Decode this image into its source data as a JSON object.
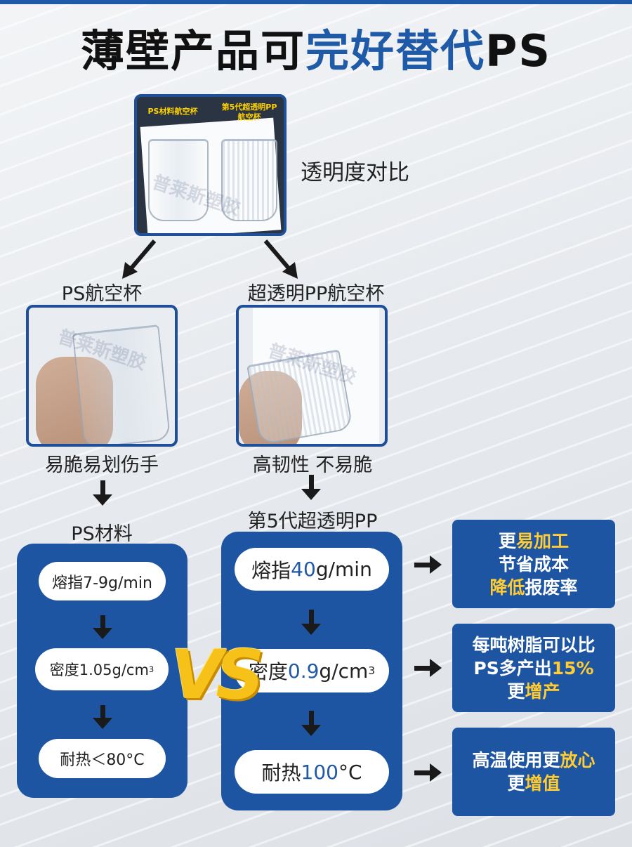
{
  "title": {
    "part1": "薄壁产品可",
    "part2": "完好替代",
    "part3": "PS"
  },
  "top_photo": {
    "tag_left": "PS材料航空杯",
    "tag_right_line1": "第5代超透明PP",
    "tag_right_line2": "航空杯"
  },
  "compare_label": "透明度对比",
  "left": {
    "heading": "PS航空杯",
    "caption": "易脆易划伤手",
    "material": "PS材料",
    "melt": "熔指7-9g/min",
    "density_prefix": "密度1.05g/cm",
    "density_sup": "3",
    "heat": "耐热＜80°C"
  },
  "right": {
    "heading": "超透明PP航空杯",
    "caption": "高韧性 不易脆",
    "material": "第5代超透明PP",
    "melt_prefix": "熔指",
    "melt_value": "40",
    "melt_unit": "g/min",
    "density_prefix": "密度",
    "density_value": "0.9",
    "density_unit": "g/cm",
    "density_sup": "3",
    "heat_prefix": "耐热",
    "heat_value": "100",
    "heat_unit": "°C"
  },
  "vs": "VS",
  "benefits": {
    "b1": {
      "l1a": "更",
      "l1b": "易加工",
      "l2": "节省成本",
      "l3a": "降低",
      "l3b": "报废率"
    },
    "b2": {
      "l1": "每吨树脂可以比",
      "l2a": "PS多产出",
      "l2b": "15%",
      "l3a": "更",
      "l3b": "增产"
    },
    "b3": {
      "l1a": "高温使用更",
      "l1b": "放心",
      "l2a": "更",
      "l2b": "增值"
    }
  },
  "watermark": "普莱斯塑胶",
  "colors": {
    "brand_blue": "#1e55a2",
    "highlight_yellow": "#ffcc33",
    "vs_yellow": "#f6c21a"
  }
}
